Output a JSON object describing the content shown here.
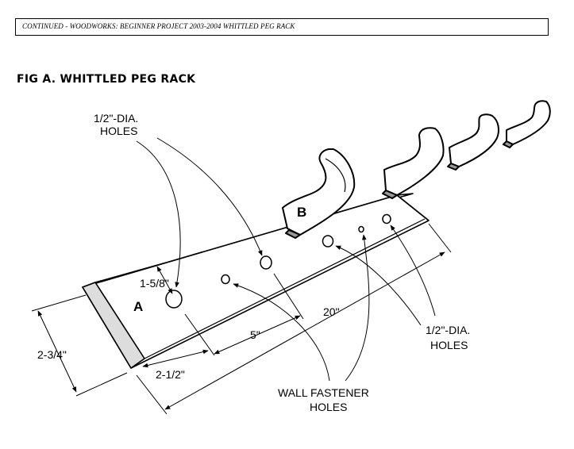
{
  "header": {
    "text": "CONTINUED - WOODWORKS: BEGINNER PROJECT 2003-2004    WHITTLED PEG RACK"
  },
  "figure": {
    "title": "FIG A. WHITTLED PEG RACK",
    "labels": {
      "part_a": "A",
      "part_b": "B",
      "holes_top_line1": "1/2\"-DIA.",
      "holes_top_line2": "HOLES",
      "holes_right_line1": "1/2\"-DIA.",
      "holes_right_line2": "HOLES",
      "wall_fastener_line1": "WALL FASTENER",
      "wall_fastener_line2": "HOLES",
      "dim_1_5_8": "1-5/8\"",
      "dim_2_3_4": "2-3/4\"",
      "dim_2_1_2": "2-1/2\"",
      "dim_5": "5\"",
      "dim_20": "20\""
    }
  }
}
